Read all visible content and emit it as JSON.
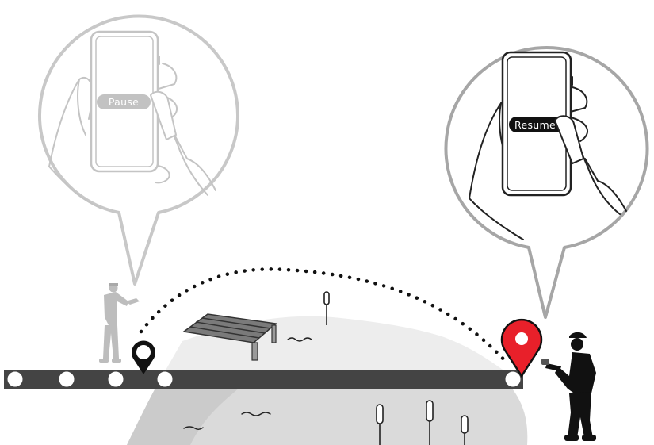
{
  "pause_bubble": {
    "label": "Pause",
    "pill_color": "#c2c2c2",
    "outline_color": "#c8c8c8",
    "text_color": "#ffffff"
  },
  "resume_bubble": {
    "label": "Resume",
    "pill_color": "#111111",
    "outline_color": "#a6a6a6",
    "text_color": "#ffffff"
  },
  "track": {
    "color": "#444444",
    "node_fill": "#ffffff"
  },
  "pause_marker": {
    "icon": "map-pin-outline",
    "color": "#000000"
  },
  "resume_marker": {
    "icon": "map-pin-filled",
    "color": "#e8202a"
  },
  "terrain": {
    "light": "#ececec",
    "mid": "#dadada",
    "dark": "#c9c9c9"
  },
  "person_faded_color": "#bdbdbd",
  "person_active_color": "#111111"
}
